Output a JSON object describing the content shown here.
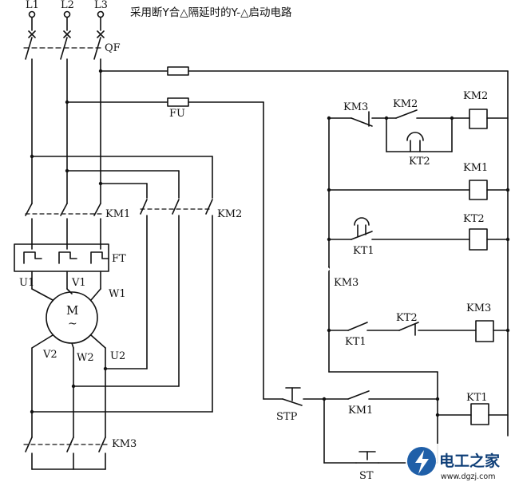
{
  "title": "采用断Y合△隔延时的Y-△启动电路",
  "phases": [
    "L1",
    "L2",
    "L3"
  ],
  "breaker": "QF",
  "fuse": "FU",
  "overload": "FT",
  "motor": {
    "symbol": "M",
    "tilde": "~"
  },
  "terminals": {
    "u1": "U1",
    "v1": "V1",
    "w1": "W1",
    "v2": "V2",
    "w2": "W2",
    "u2": "U2"
  },
  "contactors": {
    "km1": "KM1",
    "km2": "KM2",
    "km3": "KM3"
  },
  "control": {
    "km3_contact": "KM3",
    "km2_contact": "KM2",
    "kt2_contact": "KT2",
    "kt1_contact": "KT1",
    "km3_contact_b": "KM3",
    "kt1_contact_b": "KT1",
    "kt2_contact_b": "KT2",
    "km1_contact": "KM1",
    "stop": "STP",
    "start": "ST"
  },
  "coils": {
    "km2": "KM2",
    "km1": "KM1",
    "kt2": "KT2",
    "km3": "KM3",
    "kt1": "KT1"
  },
  "watermark": {
    "brand": "电工之家",
    "url": "www.dgzj.com"
  }
}
